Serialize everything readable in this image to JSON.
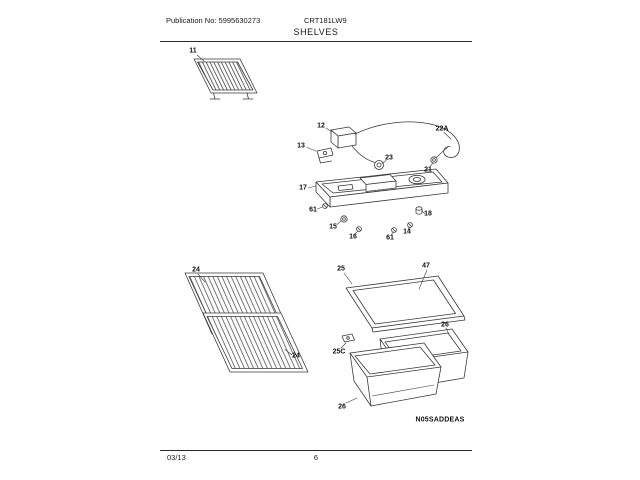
{
  "header": {
    "publication": "Publication No: 5995630273",
    "model": "CRT181LW9",
    "section_title": "SHELVES"
  },
  "diagram": {
    "code": "N05SADDEAS",
    "labels": [
      {
        "text": "11"
      },
      {
        "text": "12"
      },
      {
        "text": "22A"
      },
      {
        "text": "13"
      },
      {
        "text": "23"
      },
      {
        "text": "21"
      },
      {
        "text": "17"
      },
      {
        "text": "61"
      },
      {
        "text": "15"
      },
      {
        "text": "16"
      },
      {
        "text": "61"
      },
      {
        "text": "14"
      },
      {
        "text": "18"
      },
      {
        "text": "24"
      },
      {
        "text": "24"
      },
      {
        "text": "25"
      },
      {
        "text": "47"
      },
      {
        "text": "25C"
      },
      {
        "text": "26"
      },
      {
        "text": "26"
      }
    ]
  },
  "footer": {
    "date": "03/13",
    "page_number": "6"
  }
}
